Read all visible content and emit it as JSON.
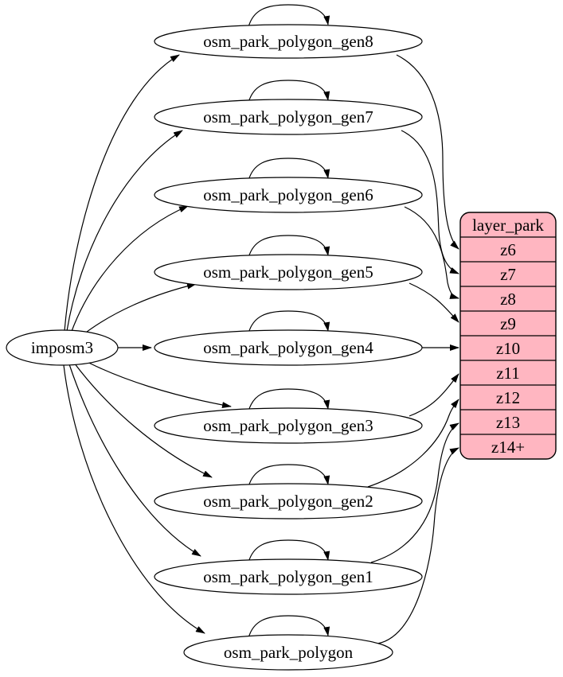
{
  "diagram": {
    "kind": "graphviz-dependency-graph",
    "source": {
      "label": "imposm3"
    },
    "generalized_tables": [
      {
        "label": "osm_park_polygon_gen8",
        "target_zoom": "z6"
      },
      {
        "label": "osm_park_polygon_gen7",
        "target_zoom": "z7"
      },
      {
        "label": "osm_park_polygon_gen6",
        "target_zoom": "z8"
      },
      {
        "label": "osm_park_polygon_gen5",
        "target_zoom": "z9"
      },
      {
        "label": "osm_park_polygon_gen4",
        "target_zoom": "z10"
      },
      {
        "label": "osm_park_polygon_gen3",
        "target_zoom": "z11"
      },
      {
        "label": "osm_park_polygon_gen2",
        "target_zoom": "z12"
      },
      {
        "label": "osm_park_polygon_gen1",
        "target_zoom": "z13"
      },
      {
        "label": "osm_park_polygon",
        "target_zoom": "z14+"
      }
    ],
    "layer_table": {
      "title": "layer_park",
      "rows": [
        "z6",
        "z7",
        "z8",
        "z9",
        "z10",
        "z11",
        "z12",
        "z13",
        "z14+"
      ],
      "fill_color": "#ffb6c1",
      "border_color": "#000000"
    },
    "edges": [
      {
        "from": "imposm3",
        "to": "osm_park_polygon_gen8"
      },
      {
        "from": "imposm3",
        "to": "osm_park_polygon_gen7"
      },
      {
        "from": "imposm3",
        "to": "osm_park_polygon_gen6"
      },
      {
        "from": "imposm3",
        "to": "osm_park_polygon_gen5"
      },
      {
        "from": "imposm3",
        "to": "osm_park_polygon_gen4"
      },
      {
        "from": "imposm3",
        "to": "osm_park_polygon_gen3"
      },
      {
        "from": "imposm3",
        "to": "osm_park_polygon_gen2"
      },
      {
        "from": "imposm3",
        "to": "osm_park_polygon_gen1"
      },
      {
        "from": "imposm3",
        "to": "osm_park_polygon"
      },
      {
        "from": "osm_park_polygon_gen8",
        "to": "osm_park_polygon_gen8"
      },
      {
        "from": "osm_park_polygon_gen7",
        "to": "osm_park_polygon_gen7"
      },
      {
        "from": "osm_park_polygon_gen6",
        "to": "osm_park_polygon_gen6"
      },
      {
        "from": "osm_park_polygon_gen5",
        "to": "osm_park_polygon_gen5"
      },
      {
        "from": "osm_park_polygon_gen4",
        "to": "osm_park_polygon_gen4"
      },
      {
        "from": "osm_park_polygon_gen3",
        "to": "osm_park_polygon_gen3"
      },
      {
        "from": "osm_park_polygon_gen2",
        "to": "osm_park_polygon_gen2"
      },
      {
        "from": "osm_park_polygon_gen1",
        "to": "osm_park_polygon_gen1"
      },
      {
        "from": "osm_park_polygon",
        "to": "osm_park_polygon"
      },
      {
        "from": "osm_park_polygon_gen8",
        "to": "layer_park.z6"
      },
      {
        "from": "osm_park_polygon_gen7",
        "to": "layer_park.z7"
      },
      {
        "from": "osm_park_polygon_gen6",
        "to": "layer_park.z8"
      },
      {
        "from": "osm_park_polygon_gen5",
        "to": "layer_park.z9"
      },
      {
        "from": "osm_park_polygon_gen4",
        "to": "layer_park.z10"
      },
      {
        "from": "osm_park_polygon_gen3",
        "to": "layer_park.z11"
      },
      {
        "from": "osm_park_polygon_gen2",
        "to": "layer_park.z12"
      },
      {
        "from": "osm_park_polygon_gen1",
        "to": "layer_park.z13"
      },
      {
        "from": "osm_park_polygon",
        "to": "layer_park.z14+"
      }
    ]
  }
}
